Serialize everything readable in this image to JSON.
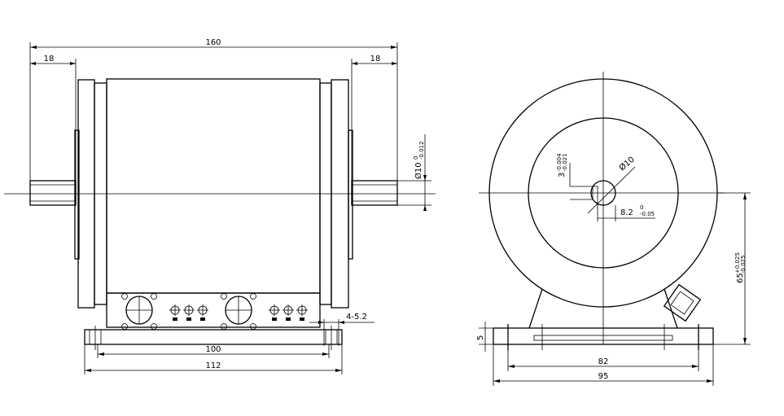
{
  "front_view": {
    "overall_length": "160",
    "shaft_left": "18",
    "shaft_right": "18",
    "shaft_diameter": "Ø10",
    "shaft_diameter_tol_upper": "0",
    "shaft_diameter_tol_lower": "-0.012",
    "base_length": "100",
    "base_total": "112",
    "mount_holes": "4-5.2"
  },
  "side_view": {
    "keyway_width": "3",
    "keyway_tol_upper": "-0.004",
    "keyway_tol_lower": "-0.021",
    "bore": "Ø10",
    "key_depth": "8.2",
    "key_tol_upper": "0",
    "key_tol_lower": "-0.05",
    "center_height": "65",
    "center_tol_upper": "+0.025",
    "center_tol_lower": "-0.025",
    "base_thickness": "5",
    "hole_spacing": "82",
    "base_width": "95"
  }
}
